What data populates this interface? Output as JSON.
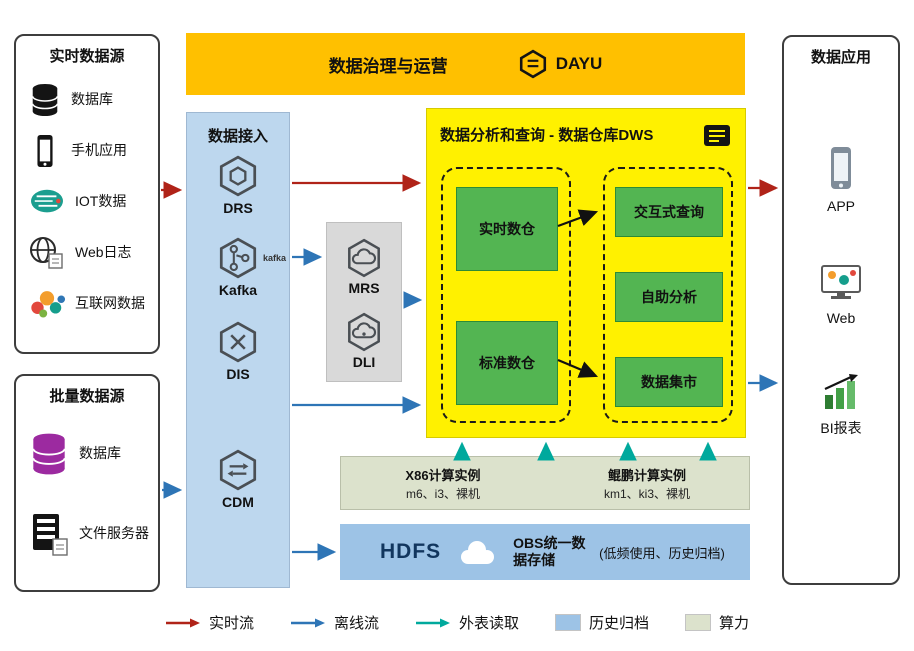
{
  "colors": {
    "red": "#B02318",
    "blue": "#2E75B6",
    "teal": "#00A99D",
    "bar-yellow": "#FFC000",
    "dws-yellow": "#FFF100",
    "node-green": "#53B552",
    "ingest-blue": "#BDD7EE",
    "gray-box": "#D9D9D9",
    "compute-olive": "#DCE2CC",
    "storage-blue": "#9DC3E6"
  },
  "realtime_sources": {
    "title": "实时数据源",
    "items": [
      {
        "label": "数据库",
        "icon": "database-icon"
      },
      {
        "label": "手机应用",
        "icon": "mobile-phone-icon"
      },
      {
        "label": "IOT数据",
        "icon": "iot-icon"
      },
      {
        "label": "Web日志",
        "icon": "web-globe-icon"
      },
      {
        "label": "互联网数据",
        "icon": "internet-data-icon"
      }
    ]
  },
  "batch_sources": {
    "title": "批量数据源",
    "items": [
      {
        "label": "数据库",
        "icon": "database-purple-icon"
      },
      {
        "label": "文件服务器",
        "icon": "file-server-icon"
      }
    ]
  },
  "governance": {
    "title": "数据治理与运营",
    "brand": "DAYU"
  },
  "ingestion": {
    "title": "数据接入",
    "services": [
      {
        "name": "DRS",
        "icon": "drs-hexagon-icon"
      },
      {
        "name": "Kafka",
        "icon": "kafka-hexagon-icon",
        "mark": "kafka"
      },
      {
        "name": "DIS",
        "icon": "dis-hexagon-icon"
      },
      {
        "name": "CDM",
        "icon": "cdm-hexagon-icon"
      }
    ]
  },
  "shared_services": [
    {
      "name": "MRS",
      "icon": "mrs-hexagon-icon"
    },
    {
      "name": "DLI",
      "icon": "dli-hexagon-icon"
    }
  ],
  "dws": {
    "title": "数据分析和查询 - 数据仓库DWS",
    "warehouse_nodes": [
      "实时数仓",
      "标准数仓"
    ],
    "analysis_nodes": [
      "交互式查询",
      "自助分析",
      "数据集市"
    ]
  },
  "compute": {
    "x86": {
      "title": "X86计算实例",
      "detail": "m6、i3、裸机"
    },
    "kunpeng": {
      "title": "鲲鹏计算实例",
      "detail": "km1、ki3、裸机"
    }
  },
  "storage": {
    "hdfs": "HDFS",
    "obs_title": "OBS统一数据存储",
    "obs_note": "(低频使用、历史归档)"
  },
  "applications": {
    "title": "数据应用",
    "items": [
      {
        "label": "APP",
        "icon": "app-phone-icon"
      },
      {
        "label": "Web",
        "icon": "web-monitor-icon"
      },
      {
        "label": "BI报表",
        "icon": "bi-report-icon"
      }
    ]
  },
  "legend": {
    "items": [
      {
        "label": "实时流",
        "type": "arrow",
        "color": "#B02318"
      },
      {
        "label": "离线流",
        "type": "arrow",
        "color": "#2E75B6"
      },
      {
        "label": "外表读取",
        "type": "arrow",
        "color": "#00A99D"
      },
      {
        "label": "历史归档",
        "type": "swatch",
        "color": "#9DC3E6"
      },
      {
        "label": "算力",
        "type": "swatch",
        "color": "#DCE2CC"
      }
    ]
  }
}
